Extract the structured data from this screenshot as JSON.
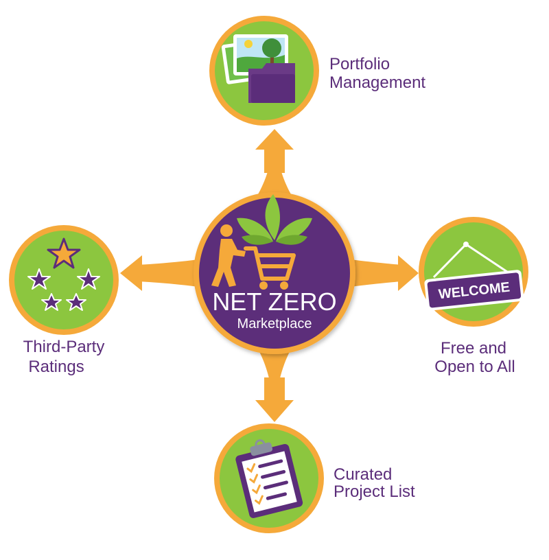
{
  "center": {
    "title": "NET ZERO",
    "subtitle": "Marketplace",
    "icon": "shopper-with-plant-cart-icon"
  },
  "nodes": {
    "portfolio": {
      "label_line1": "Portfolio",
      "label_line2": "Management",
      "icon": "photo-folder-icon"
    },
    "ratings": {
      "label_line1": "Third-Party",
      "label_line2": "Ratings",
      "icon": "stars-icon"
    },
    "open": {
      "label_line1": "Free and",
      "label_line2": "Open to All",
      "icon": "welcome-sign-icon",
      "sign_text": "WELCOME"
    },
    "curated": {
      "label_line1": "Curated",
      "label_line2": "Project List",
      "icon": "clipboard-checklist-icon"
    }
  },
  "colors": {
    "purple": "#5b2d7a",
    "green": "#8cc63f",
    "orange": "#f5a93a",
    "ring": "#f5a93a"
  }
}
